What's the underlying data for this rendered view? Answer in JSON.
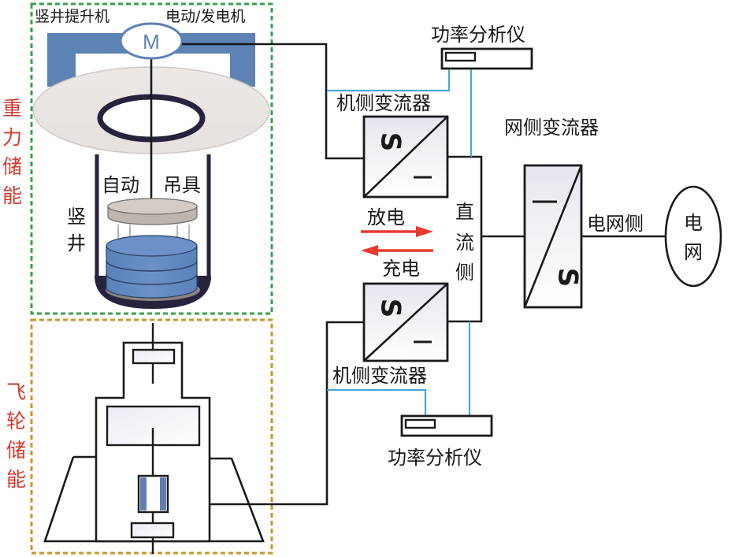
{
  "gravity_storage": {
    "side_label_chars": [
      "重",
      "力",
      "储",
      "能"
    ],
    "hoist_label": "竖井提升机",
    "motor_label": "电动/发电机",
    "motor_symbol": "M",
    "auto_spreader_label_1": "自动",
    "auto_spreader_label_2": "吊具",
    "shaft_label_chars": [
      "竖",
      "井"
    ]
  },
  "flywheel_storage": {
    "side_label_chars": [
      "飞",
      "轮",
      "储",
      "能"
    ]
  },
  "converters": {
    "upper_machine_side_label": "机侧变流器",
    "lower_machine_side_label": "机侧变流器",
    "grid_side_label": "网侧变流器",
    "ac_symbol": "S",
    "dc_symbol": "—"
  },
  "power_analyzers": {
    "upper_label": "功率分析仪",
    "lower_label": "功率分析仪"
  },
  "dc_bus": {
    "label_chars": [
      "直",
      "流",
      "侧"
    ]
  },
  "energy_flow": {
    "discharge_label": "放电",
    "charge_label": "充电",
    "arrow_color": "#e8392e"
  },
  "grid": {
    "grid_side_label": "电网侧",
    "grid_label_chars": [
      "电",
      "网"
    ]
  },
  "colors": {
    "gravity_border": "#3aa04a",
    "flywheel_border": "#c8962a",
    "side_label": "#d23a2e",
    "hoist_frame": "#5d82b4",
    "weight_blue": "#5f86bd",
    "measurement_wire": "#4aa8d8"
  }
}
